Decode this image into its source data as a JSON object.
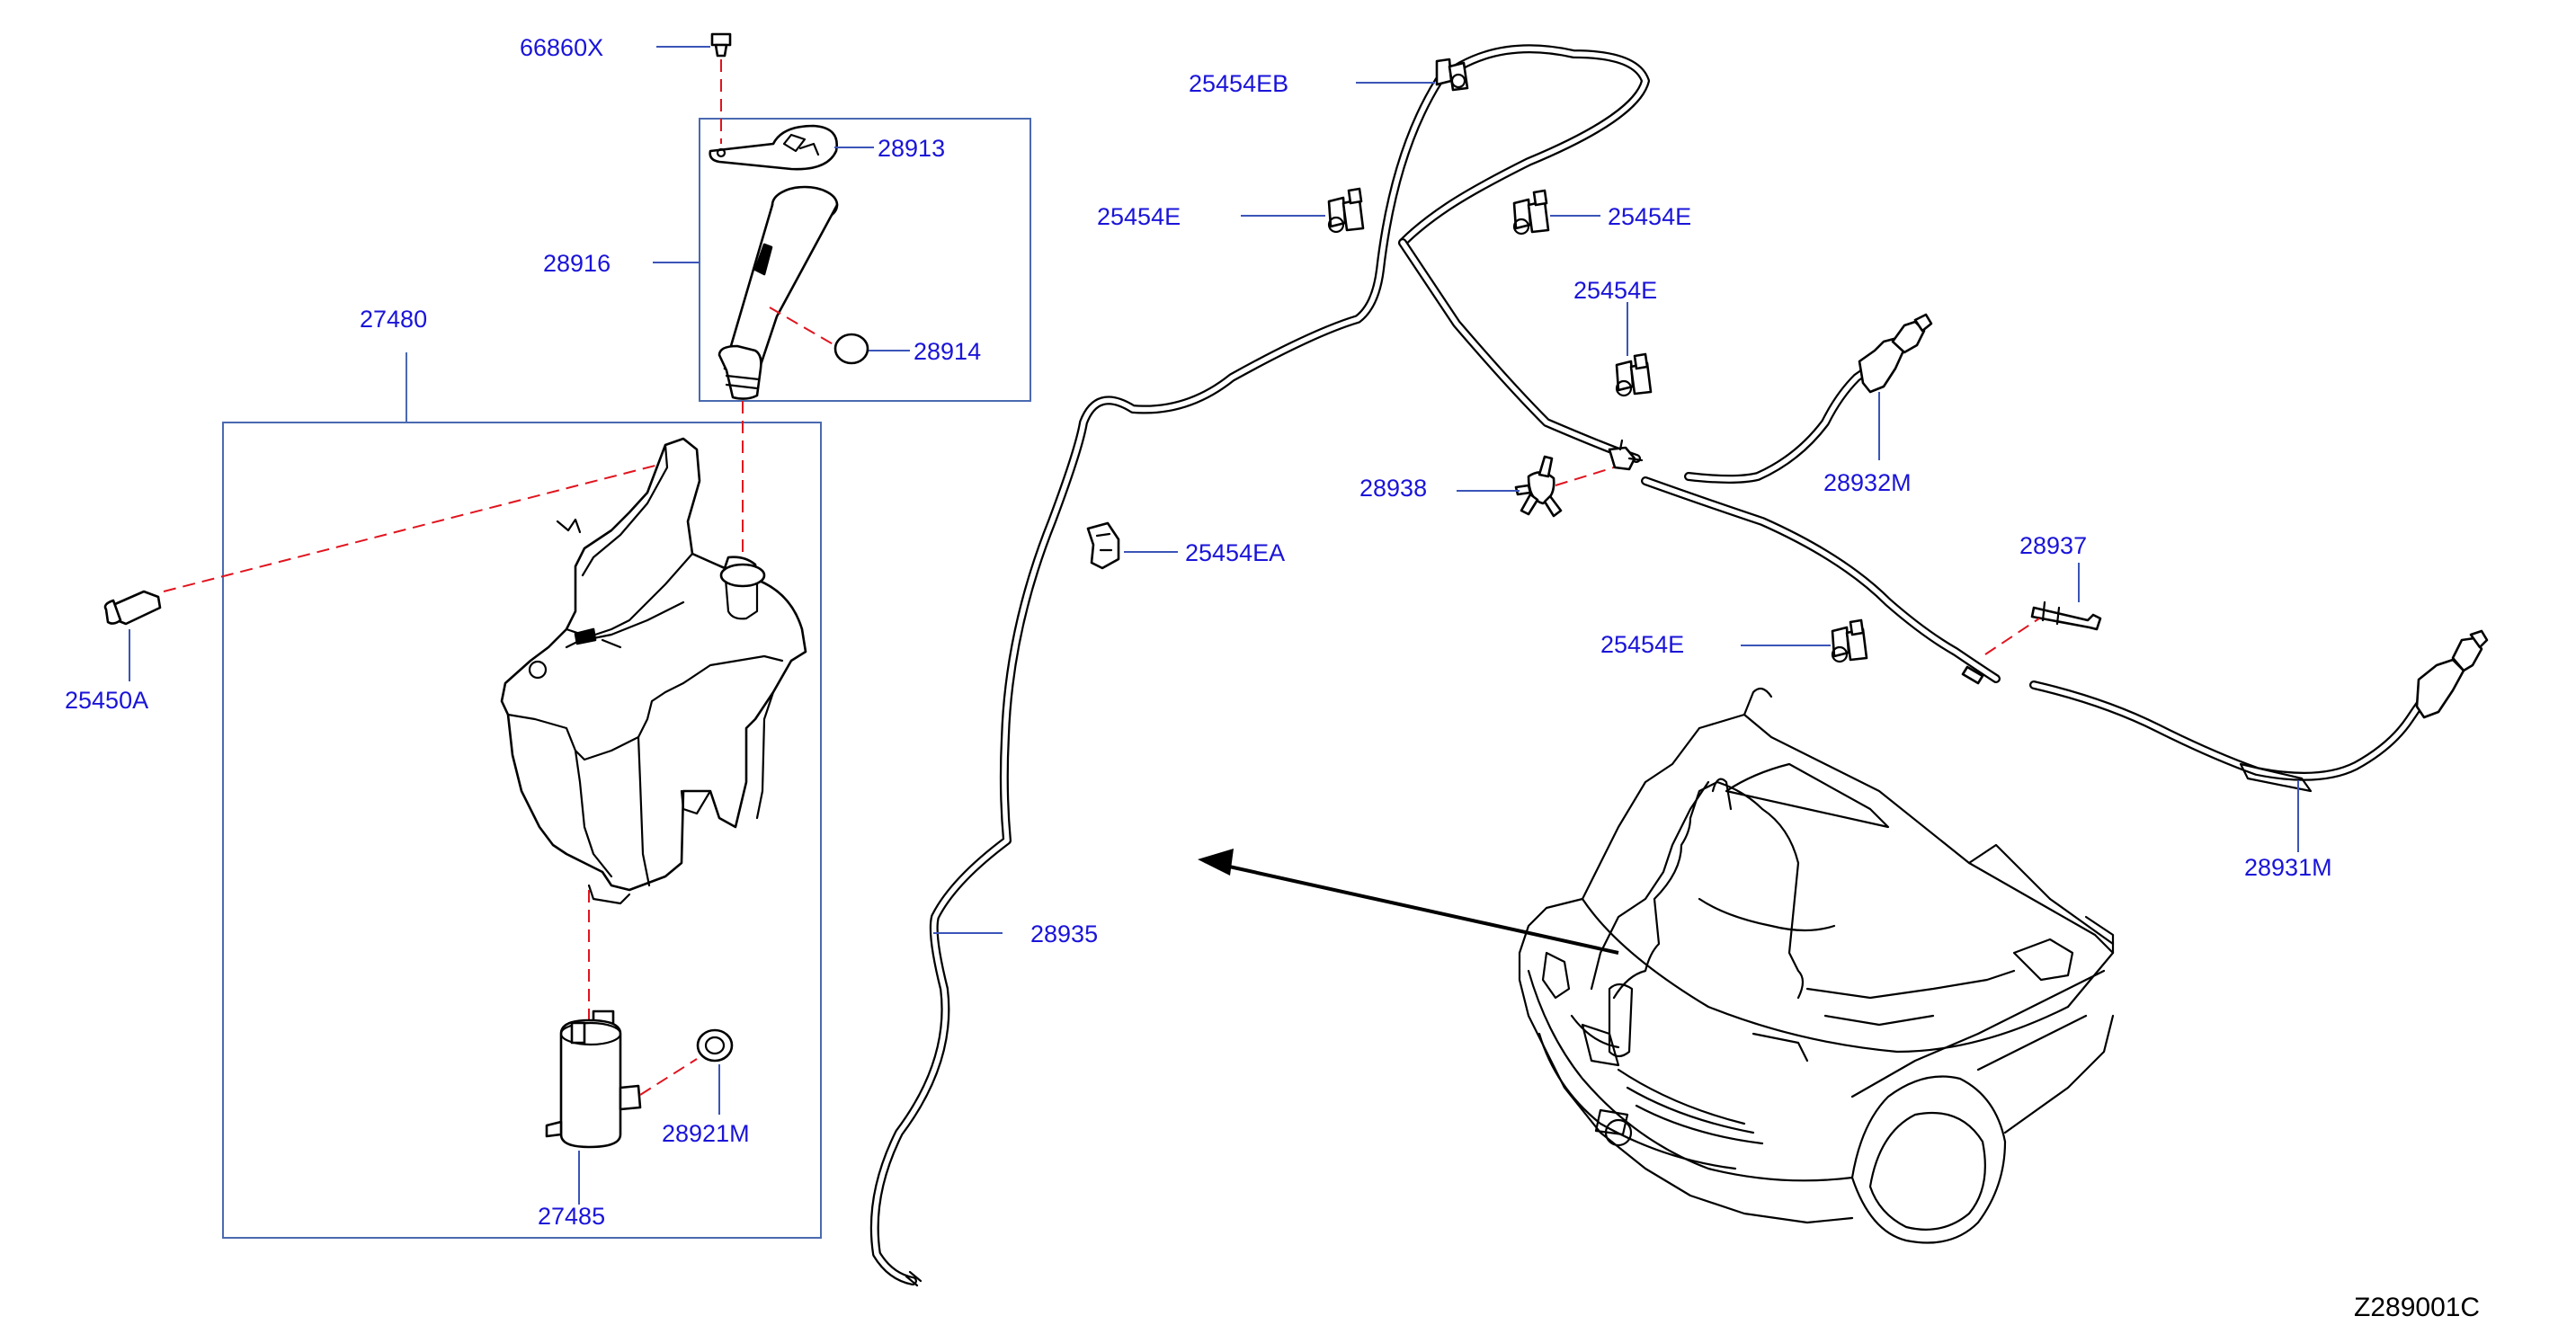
{
  "diagram_code": "Z289001C",
  "parts": {
    "p66860X": "66860X",
    "p28913": "28913",
    "p28916": "28916",
    "p28914": "28914",
    "p27480": "27480",
    "p25450A": "25450A",
    "p28921M": "28921M",
    "p27485": "27485",
    "p25454EB": "25454EB",
    "p25454E_a": "25454E",
    "p25454E_b": "25454E",
    "p25454E_c": "25454E",
    "p25454E_d": "25454E",
    "p28938": "28938",
    "p25454EA": "25454EA",
    "p28932M": "28932M",
    "p28937": "28937",
    "p28931M": "28931M",
    "p28935": "28935"
  }
}
